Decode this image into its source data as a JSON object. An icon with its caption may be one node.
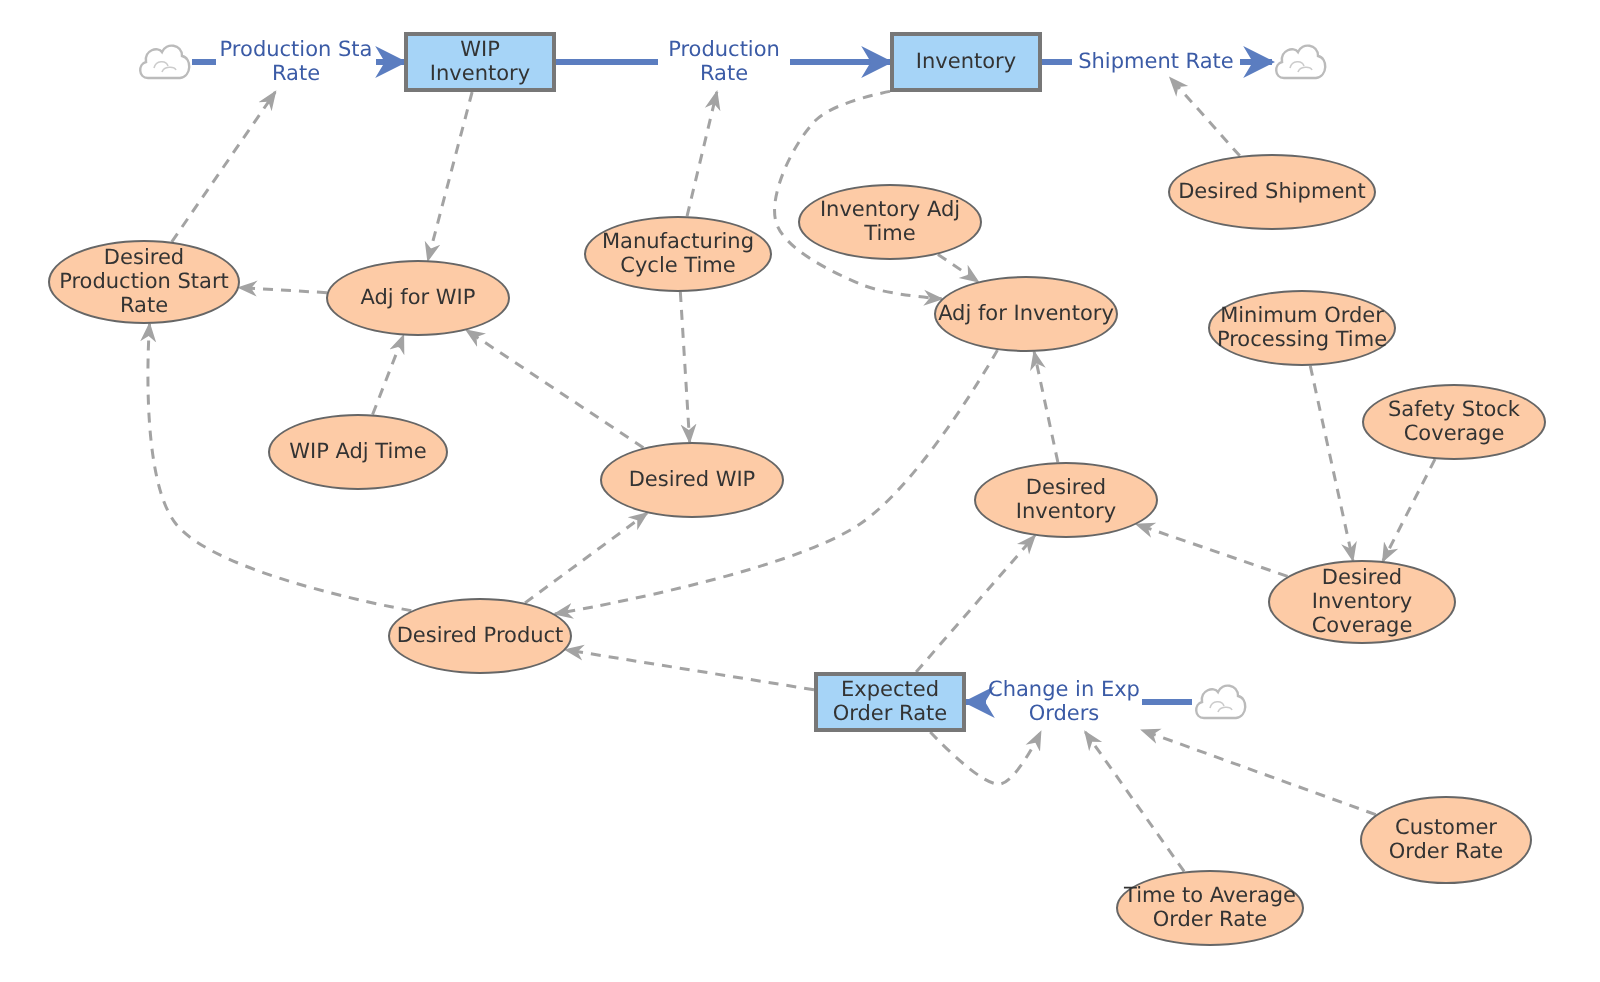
{
  "diagram": {
    "nodes": [
      {
        "text": [],
        "shape": "cloud"
      },
      {
        "text": [
          "Production Sta Rate"
        ]
      },
      {
        "text": [
          "WIP Inventory"
        ]
      },
      {
        "text": [
          "Production Rate"
        ]
      },
      {
        "text": [
          "Inventory"
        ]
      },
      {
        "text": [
          "Shipment Rate"
        ]
      },
      {
        "text": [],
        "shape": "cloud"
      },
      {
        "text": [
          "Desired Shipment"
        ]
      },
      {
        "text": [
          "Inventory Adj Time"
        ]
      },
      {
        "text": [
          "Manufacturing Cycle Time"
        ]
      },
      {
        "text": [
          "Desired Production Start Rate"
        ]
      },
      {
        "text": [
          "Adj for WIP"
        ]
      },
      {
        "text": [
          "Adj for Inventory"
        ]
      },
      {
        "text": [
          "Minimum Order Processing Time"
        ]
      },
      {
        "text": [
          "Safety Stock Coverage"
        ]
      },
      {
        "text": [
          "WIP Adj Time"
        ]
      },
      {
        "text": [
          "Desired WIP"
        ]
      },
      {
        "text": [
          "Desired Inventory"
        ]
      },
      {
        "text": [
          "Desired Inventory Coverage"
        ]
      },
      {
        "text": [
          "Desired Product"
        ]
      },
      {
        "text": [
          "Expected Order Rate"
        ]
      },
      {
        "text": [
          "Change in Exp Orders"
        ]
      },
      {
        "text": [],
        "shape": "cloud"
      },
      {
        "text": [
          "Customer Order Rate"
        ]
      },
      {
        "text": [
          "Time to Average Order Rate"
        ]
      }
    ],
    "edges": [
      {
        "from": 0,
        "to": 1,
        "arrow": "none",
        "style": "thick",
        "color": "#5b7dc0"
      },
      {
        "from": 1,
        "to": 2,
        "arrow": "to",
        "style": "thick",
        "color": "#5b7dc0"
      },
      {
        "from": 2,
        "to": 3,
        "arrow": "none",
        "style": "thick",
        "color": "#5b7dc0"
      },
      {
        "from": 3,
        "to": 4,
        "arrow": "to",
        "style": "thick",
        "color": "#5b7dc0"
      },
      {
        "from": 4,
        "to": 5,
        "arrow": "none",
        "style": "thick",
        "color": "#5b7dc0"
      },
      {
        "from": 5,
        "to": 6,
        "arrow": "to",
        "style": "thick",
        "color": "#5b7dc0"
      },
      {
        "from": 22,
        "to": 21,
        "arrow": "none",
        "style": "thick",
        "color": "#5b7dc0"
      },
      {
        "from": 21,
        "to": 20,
        "arrow": "to",
        "style": "thick",
        "color": "#5b7dc0"
      },
      {
        "from": 10,
        "to": 1,
        "arrow": "to",
        "style": "dashed"
      },
      {
        "from": 2,
        "to": 11,
        "arrow": "to",
        "style": "dashed"
      },
      {
        "from": 11,
        "to": 10,
        "arrow": "to",
        "style": "dashed"
      },
      {
        "from": 9,
        "to": 3,
        "arrow": "to",
        "style": "dashed"
      },
      {
        "from": 9,
        "to": 16,
        "arrow": "to",
        "style": "dashed"
      },
      {
        "from": 15,
        "to": 11,
        "arrow": "to",
        "style": "dashed"
      },
      {
        "from": 16,
        "to": 11,
        "arrow": "to",
        "style": "dashed"
      },
      {
        "from": 19,
        "to": 16,
        "arrow": "to",
        "style": "dashed"
      },
      {
        "from": 19,
        "to": 10,
        "arrow": "to",
        "style": "dashed"
      },
      {
        "from": 12,
        "to": 19,
        "arrow": "to",
        "style": "dashed"
      },
      {
        "from": 20,
        "to": 19,
        "arrow": "to",
        "style": "dashed"
      },
      {
        "from": 4,
        "to": 12,
        "arrow": "to",
        "style": "dashed"
      },
      {
        "from": 8,
        "to": 12,
        "arrow": "to",
        "style": "dashed"
      },
      {
        "from": 7,
        "to": 5,
        "arrow": "to",
        "style": "dashed"
      },
      {
        "from": 17,
        "to": 12,
        "arrow": "to",
        "style": "dashed"
      },
      {
        "from": 18,
        "to": 17,
        "arrow": "to",
        "style": "dashed"
      },
      {
        "from": 13,
        "to": 18,
        "arrow": "to",
        "style": "dashed"
      },
      {
        "from": 14,
        "to": 18,
        "arrow": "to",
        "style": "dashed"
      },
      {
        "from": 20,
        "to": 17,
        "arrow": "to",
        "style": "dashed"
      },
      {
        "from": 20,
        "to": 21,
        "arrow": "to",
        "style": "dashed"
      },
      {
        "from": 24,
        "to": 21,
        "arrow": "to",
        "style": "dashed"
      },
      {
        "from": 23,
        "to": 21,
        "arrow": "to",
        "style": "dashed"
      }
    ]
  }
}
